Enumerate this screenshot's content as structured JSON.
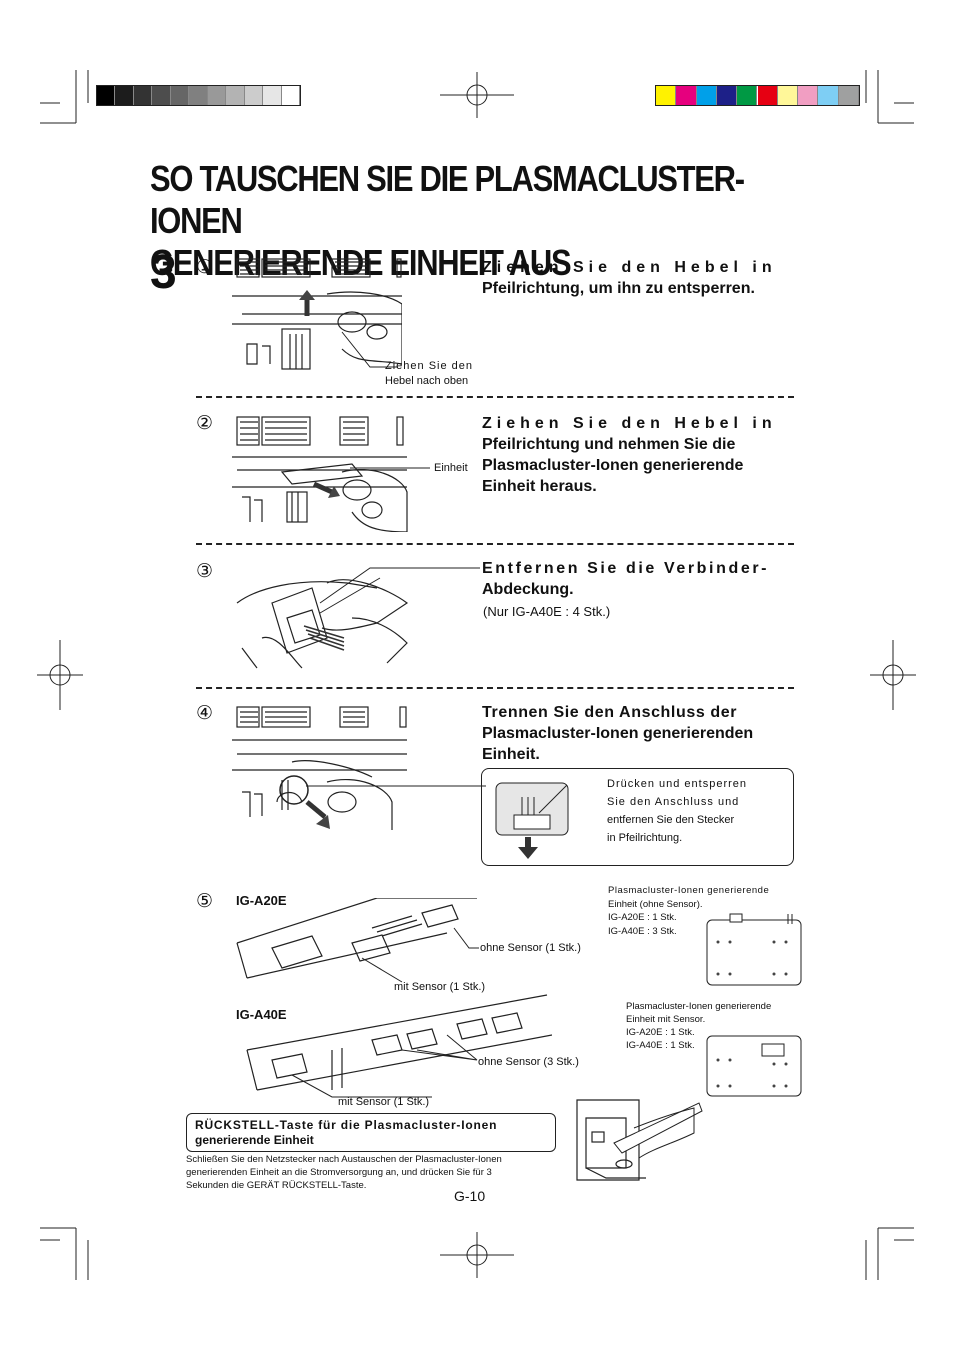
{
  "title_line1": "SO TAUSCHEN SIE DIE PLASMACLUSTER-IONEN",
  "title_line2": "GENERIERENDE EINHEIT AUS",
  "step_number": "3",
  "steps": [
    {
      "marker": "①",
      "heading_spaced": "Ziehen Sie den Hebel in",
      "heading_rest": "Pfeilrichtung, um ihn zu entsperren.",
      "callout_line1": "Ziehen Sie den",
      "callout_line2": "Hebel nach oben"
    },
    {
      "marker": "②",
      "heading_spaced": "Ziehen Sie den Hebel in",
      "heading_line2": "Pfeilrichtung und nehmen Sie die",
      "heading_line3": "Plasmacluster-Ionen generierende",
      "heading_line4": "Einheit heraus.",
      "callout": "Einheit"
    },
    {
      "marker": "③",
      "heading_line1": "Entfernen Sie die Verbinder-",
      "heading_line2": "Abdeckung.",
      "note": "(Nur IG-A40E : 4 Stk.)"
    },
    {
      "marker": "④",
      "heading_line1": "Trennen Sie den Anschluss der",
      "heading_line2": "Plasmacluster-Ionen generierenden",
      "heading_line3": "Einheit.",
      "box_line1": "Drücken und entsperren",
      "box_line2": "Sie den Anschluss und",
      "box_line3": "entfernen Sie den Stecker",
      "box_line4": "in Pfeilrichtung."
    },
    {
      "marker": "⑤",
      "model_a": "IG-A20E",
      "model_b": "IG-A40E",
      "a20_ohne": "ohne Sensor (1 Stk.)",
      "a20_mit": "mit Sensor (1 Stk.)",
      "a40_ohne": "ohne Sensor (3 Stk.)",
      "a40_mit": "mit Sensor (1 Stk.)",
      "unit1_line1": "Plasmacluster-Ionen generierende",
      "unit1_line2": "Einheit (ohne Sensor).",
      "unit1_line3": "IG-A20E : 1 Stk.",
      "unit1_line4": "IG-A40E : 3 Stk.",
      "unit2_line1": "Plasmacluster-Ionen generierende",
      "unit2_line2": "Einheit mit Sensor.",
      "unit2_line3": "IG-A20E : 1 Stk.",
      "unit2_line4": "IG-A40E : 1 Stk."
    }
  ],
  "reset": {
    "box_line1": "RÜCKSTELL-Taste für die Plasmacluster-Ionen",
    "box_line2": "generierende Einheit",
    "text_line1": "Schließen Sie den Netzstecker nach Austauschen der Plasmacluster-Ionen",
    "text_line2": "generierenden Einheit an die Stromversorgung an, und drücken Sie für 3",
    "text_line3": "Sekunden die GERÄT RÜCKSTELL-Taste."
  },
  "page_number": "G-10",
  "colors": {
    "gray_bar": [
      "#000000",
      "#1c1c1c",
      "#333333",
      "#4d4d4d",
      "#666666",
      "#808080",
      "#999999",
      "#b3b3b3",
      "#cccccc",
      "#e6e6e6",
      "#ffffff"
    ],
    "color_bar": [
      "#fff200",
      "#e6007e",
      "#00a0e9",
      "#1d2088",
      "#009944",
      "#e60012",
      "#fff799",
      "#f19ec2",
      "#7ecef4",
      "#9fa0a0"
    ]
  }
}
